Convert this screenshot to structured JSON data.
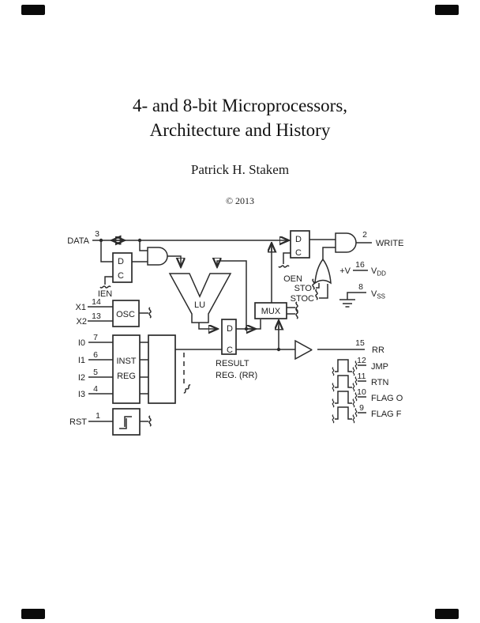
{
  "page": {
    "title_line1": "4- and 8-bit Microprocessors,",
    "title_line2": "Architecture and History",
    "author": "Patrick H. Stakem",
    "copyright": "© 2013"
  },
  "diagram": {
    "data": {
      "label": "DATA",
      "pin": "3"
    },
    "ien": {
      "label": "IEN"
    },
    "oen": {
      "label": "OEN"
    },
    "ff": {
      "d": "D",
      "c": "C"
    },
    "osc": {
      "label": "OSC",
      "x1": "X1",
      "pin_x1": "14",
      "x2": "X2",
      "pin_x2": "13"
    },
    "lu": {
      "label": "LU"
    },
    "mux": {
      "label": "MUX"
    },
    "inst": {
      "line1": "INST",
      "line2": "REG",
      "inputs": [
        {
          "label": "I0",
          "pin": "7"
        },
        {
          "label": "I1",
          "pin": "6"
        },
        {
          "label": "I2",
          "pin": "5"
        },
        {
          "label": "I3",
          "pin": "4"
        }
      ]
    },
    "rst": {
      "label": "RST",
      "pin": "1"
    },
    "result": {
      "line1": "RESULT",
      "line2": "REG. (RR)"
    },
    "write": {
      "label": "WRITE",
      "pin": "2"
    },
    "vdd": {
      "prefix": "+V",
      "pin": "16",
      "name": "V",
      "sub": "DD"
    },
    "vss": {
      "pin": "8",
      "name": "V",
      "sub": "SS"
    },
    "sto": {
      "label": "STO"
    },
    "stoc": {
      "label": "STOC"
    },
    "rr": {
      "label": "RR",
      "pin": "15"
    },
    "pulses": [
      {
        "label": "JMP",
        "pin": "12"
      },
      {
        "label": "RTN",
        "pin": "11"
      },
      {
        "label": "FLAG O",
        "pin": "10"
      },
      {
        "label": "FLAG F",
        "pin": "9"
      }
    ]
  }
}
